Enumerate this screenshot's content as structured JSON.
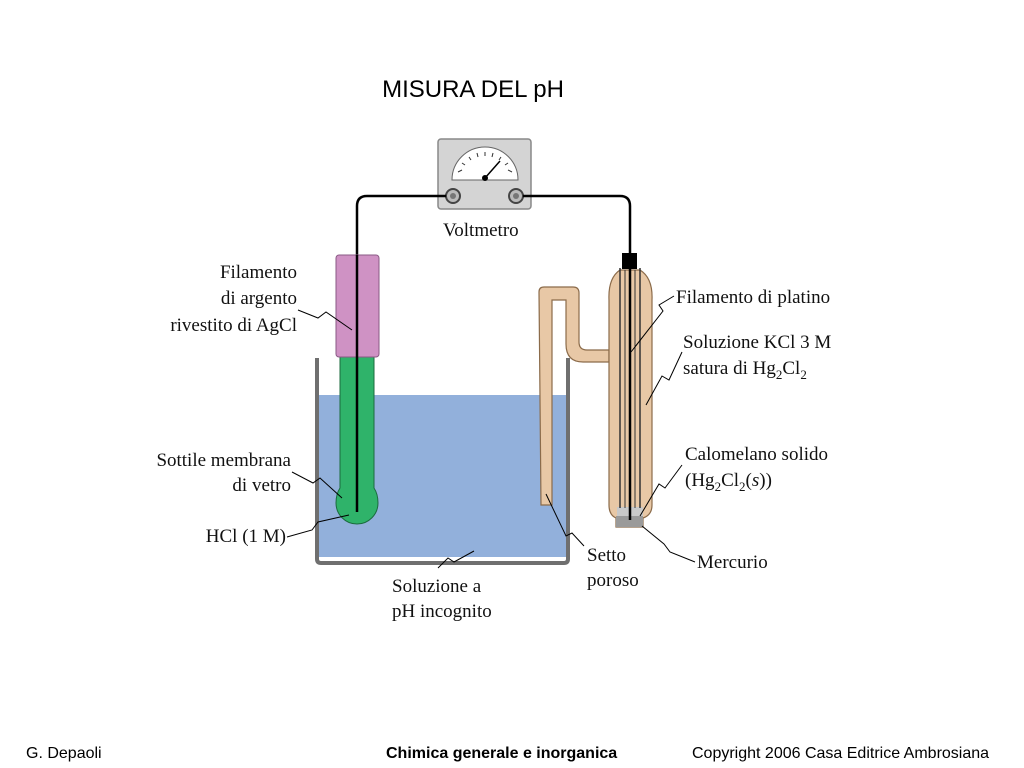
{
  "slide": {
    "title": "MISURA DEL pH"
  },
  "diagram": {
    "voltmeter": "Voltmetro",
    "left_electrode": {
      "wire_label": [
        "Filamento",
        "di argento",
        "rivestito di AgCl"
      ],
      "membrane_label": [
        "Sottile membrana",
        "di vetro"
      ],
      "hcl_label": "HCl (1 M)"
    },
    "right_electrode": {
      "platinum_label": "Filamento di platino",
      "kcl_label_line1": "Soluzione KCl 3 M",
      "kcl_label_line2_prefix": "satura di Hg",
      "kcl_label_line2_sub1": "2",
      "kcl_label_line2_mid": "Cl",
      "kcl_label_line2_sub2": "2",
      "calomel_line1": "Calomelano solido",
      "calomel_line2_a": "(Hg",
      "calomel_line2_sub1": "2",
      "calomel_line2_b": "Cl",
      "calomel_line2_sub2": "2",
      "calomel_line2_c": "(",
      "calomel_line2_s": "s",
      "calomel_line2_d": "))",
      "mercury_label": "Mercurio"
    },
    "porous_label": [
      "Setto",
      "poroso"
    ],
    "solution_label": [
      "Soluzione a",
      "pH incognito"
    ]
  },
  "footer": {
    "author": "G. Depaoli",
    "book": "Chimica generale e inorganica",
    "copyright": "Copyright 2006 Casa Editrice Ambrosiana"
  },
  "colors": {
    "solution": "#92b0db",
    "glass_electrode": "#2fb36a",
    "agcl_cap": "#cf92c4",
    "calomel_tube": "#e8c8a6",
    "mercury": "#9a9a9a",
    "beaker": "#6f6f6f"
  }
}
